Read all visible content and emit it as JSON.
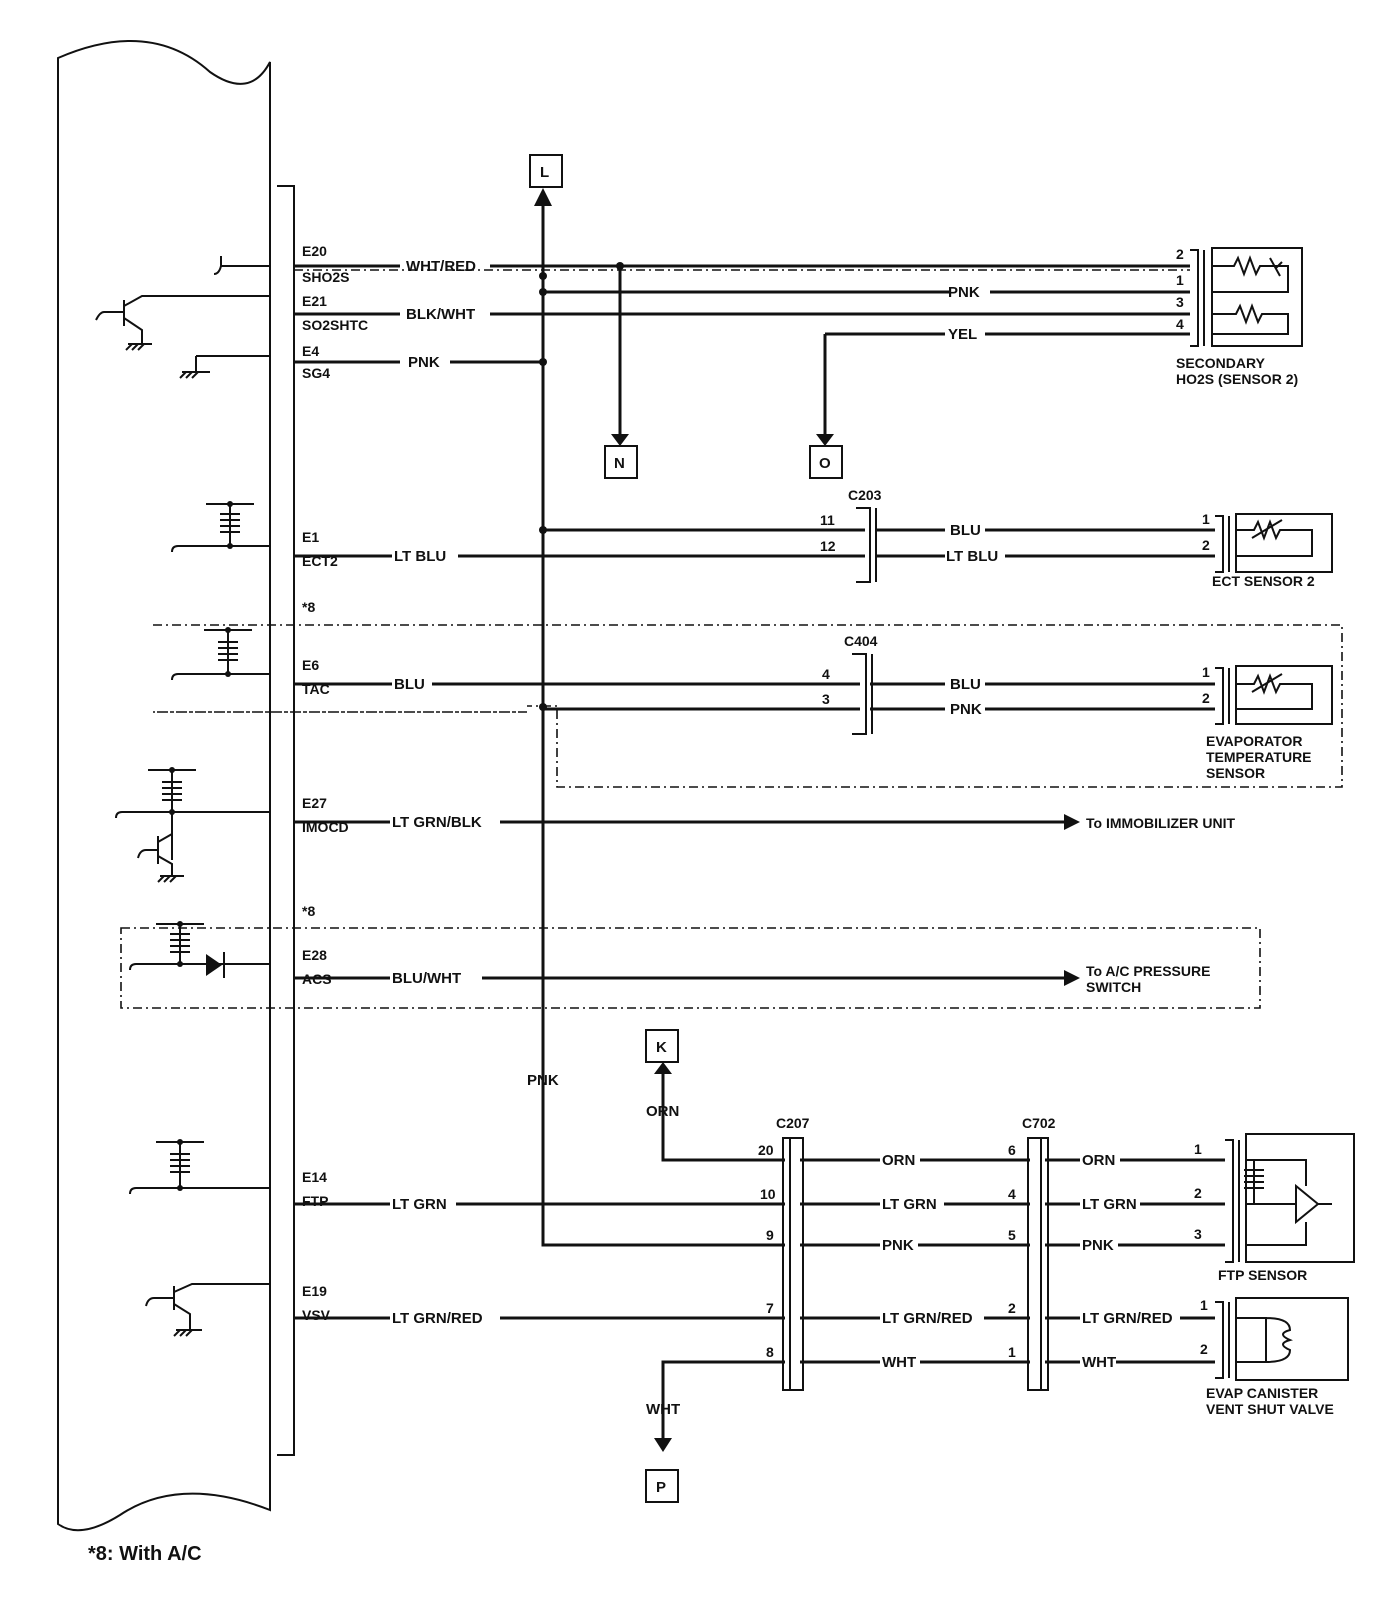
{
  "pcm_pins": [
    {
      "id": "E20",
      "name": "SHO2S",
      "wire": "WHT/RED"
    },
    {
      "id": "E21",
      "name": "SO2SHTC",
      "wire": "BLK/WHT"
    },
    {
      "id": "E4",
      "name": "SG4",
      "wire": "PNK"
    },
    {
      "id": "E1",
      "name": "ECT2",
      "wire": "LT BLU"
    },
    {
      "id": "E6",
      "name": "TAC",
      "wire": "BLU"
    },
    {
      "id": "E27",
      "name": "IMOCD",
      "wire": "LT GRN/BLK"
    },
    {
      "id": "E28",
      "name": "ACS",
      "wire": "BLU/WHT"
    },
    {
      "id": "E14",
      "name": "FTP",
      "wire": "LT GRN"
    },
    {
      "id": "E19",
      "name": "VSV",
      "wire": "LT GRN/RED"
    }
  ],
  "refs": {
    "L": "L",
    "N": "N",
    "O": "O",
    "K": "K",
    "P": "P"
  },
  "wires": {
    "pnk": "PNK",
    "yel": "YEL",
    "blu": "BLU",
    "lt_blu": "LT BLU",
    "orn": "ORN",
    "lt_grn": "LT GRN",
    "lt_grn_red": "LT GRN/RED",
    "wht": "WHT"
  },
  "connectors": {
    "c203": "C203",
    "c404": "C404",
    "c207": "C207",
    "c702": "C702"
  },
  "pins": {
    "ho2s": [
      "2",
      "1",
      "3",
      "4"
    ],
    "c203": [
      "11",
      "12"
    ],
    "ect": [
      "1",
      "2"
    ],
    "c404": [
      "4",
      "3"
    ],
    "evap_temp": [
      "1",
      "2"
    ],
    "c207": [
      "20",
      "10",
      "9",
      "7",
      "8"
    ],
    "c702": [
      "6",
      "4",
      "5",
      "2",
      "1"
    ],
    "ftp": [
      "1",
      "2",
      "3"
    ],
    "vsv": [
      "1",
      "2"
    ]
  },
  "components": {
    "ho2s_l1": "SECONDARY",
    "ho2s_l2": "HO2S (SENSOR 2)",
    "ect": "ECT SENSOR 2",
    "evap_l1": "EVAPORATOR",
    "evap_l2": "TEMPERATURE",
    "evap_l3": "SENSOR",
    "immobilizer": "To IMMOBILIZER UNIT",
    "ac_l1": "To A/C PRESSURE",
    "ac_l2": "SWITCH",
    "ftp": "FTP SENSOR",
    "vsv_l1": "EVAP CANISTER",
    "vsv_l2": "VENT SHUT VALVE"
  },
  "option_marks": [
    "*8",
    "*8"
  ],
  "footnote": "*8: With A/C"
}
